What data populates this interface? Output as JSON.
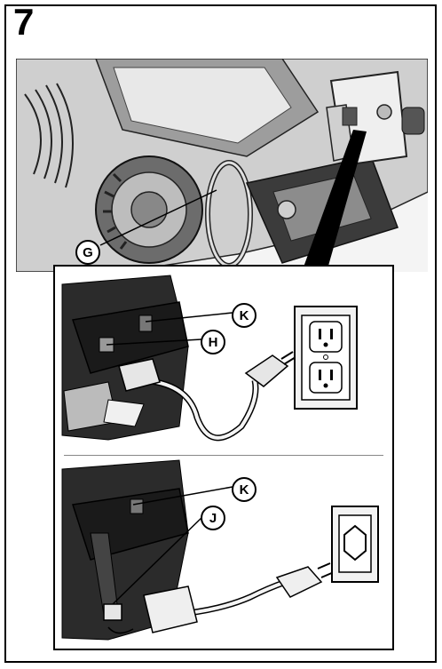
{
  "step": {
    "number": "7"
  },
  "callouts": {
    "g": "G",
    "h": "H",
    "j": "J",
    "k_top": "K",
    "k_bottom": "K"
  },
  "colors": {
    "ink": "#000000",
    "dark_metal": "#2a2a2a",
    "light_metal": "#d8d8d8",
    "background": "#ffffff"
  }
}
